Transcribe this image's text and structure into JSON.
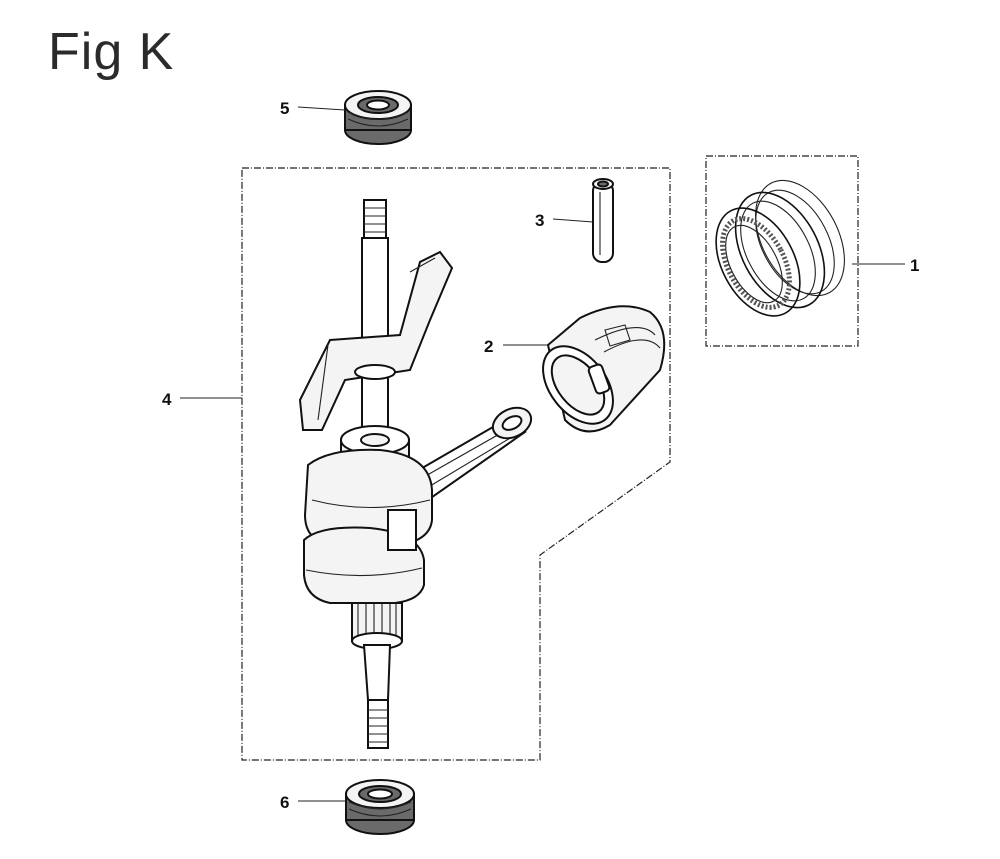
{
  "figure": {
    "title": "Fig K"
  },
  "callouts": [
    {
      "id": "1",
      "label": "1"
    },
    {
      "id": "2",
      "label": "2"
    },
    {
      "id": "3",
      "label": "3"
    },
    {
      "id": "4",
      "label": "4"
    },
    {
      "id": "5",
      "label": "5"
    },
    {
      "id": "6",
      "label": "6"
    }
  ],
  "parts": [
    {
      "callout": "1",
      "icon": "piston-ring-set-icon"
    },
    {
      "callout": "2",
      "icon": "piston-icon"
    },
    {
      "callout": "3",
      "icon": "piston-pin-icon"
    },
    {
      "callout": "4",
      "icon": "crankshaft-assembly-icon"
    },
    {
      "callout": "5",
      "icon": "oil-seal-top-icon"
    },
    {
      "callout": "6",
      "icon": "oil-seal-bottom-icon"
    }
  ]
}
